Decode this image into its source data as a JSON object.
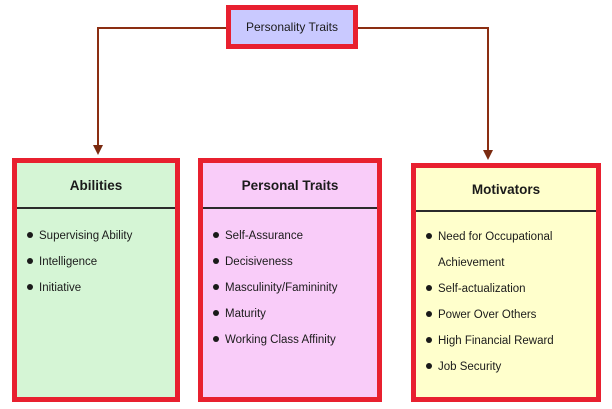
{
  "root": {
    "label": "Personality Traits"
  },
  "cards": [
    {
      "title": "Abilities",
      "items": [
        "Supervising Ability",
        "Intelligence",
        "Initiative"
      ]
    },
    {
      "title": "Personal Traits",
      "items": [
        "Self-Assurance",
        "Decisiveness",
        "Masculinity/Famininity",
        "Maturity",
        "Working Class Affinity"
      ]
    },
    {
      "title": "Motivators",
      "items": [
        "Need for Occupational Achievement",
        "Self-actualization",
        "Power Over Others",
        "High Financial Reward",
        "Job Security"
      ]
    }
  ],
  "colors": {
    "border": "#e8202f",
    "root_fill": "#c9c9ff",
    "abilities_fill": "#d5f5d5",
    "personal_fill": "#f9ccf9",
    "motivators_fill": "#ffffcc",
    "connector": "#8b2e12"
  }
}
